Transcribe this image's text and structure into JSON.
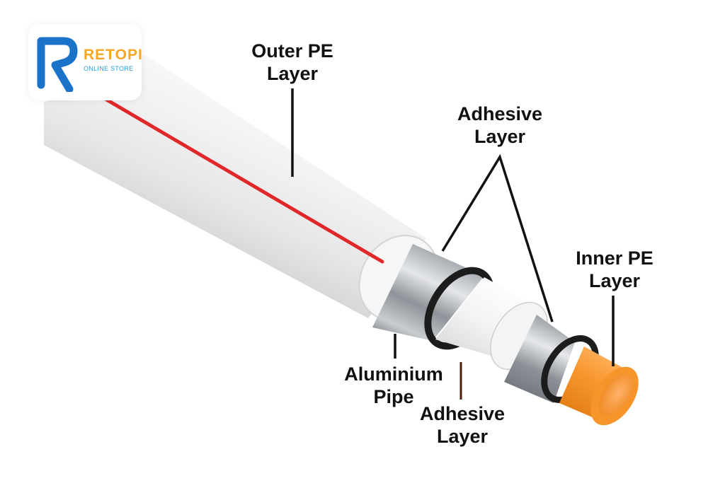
{
  "labels": {
    "outer_pe": [
      "Outer PE",
      "Layer"
    ],
    "adhesive_top": [
      "Adhesive",
      "Layer"
    ],
    "inner_pe": [
      "Inner PE",
      "Layer"
    ],
    "aluminium": [
      "Aluminium",
      "Pipe"
    ],
    "adhesive_bottom": [
      "Adhesive",
      "Layer"
    ]
  },
  "logo": {
    "name": "RETOPI",
    "subtitle": "ONLINE STORE"
  },
  "colors": {
    "outer_pe": "#ededed",
    "stripe": "#e0282a",
    "aluminium": "#8c9096",
    "adhesive": "#1c1c1c",
    "inner_pe": "#f7942a",
    "logo_blue": "#1b73c9",
    "logo_orange": "#f6a623",
    "logo_sub": "#2b9be0",
    "label_text": "#111111"
  }
}
